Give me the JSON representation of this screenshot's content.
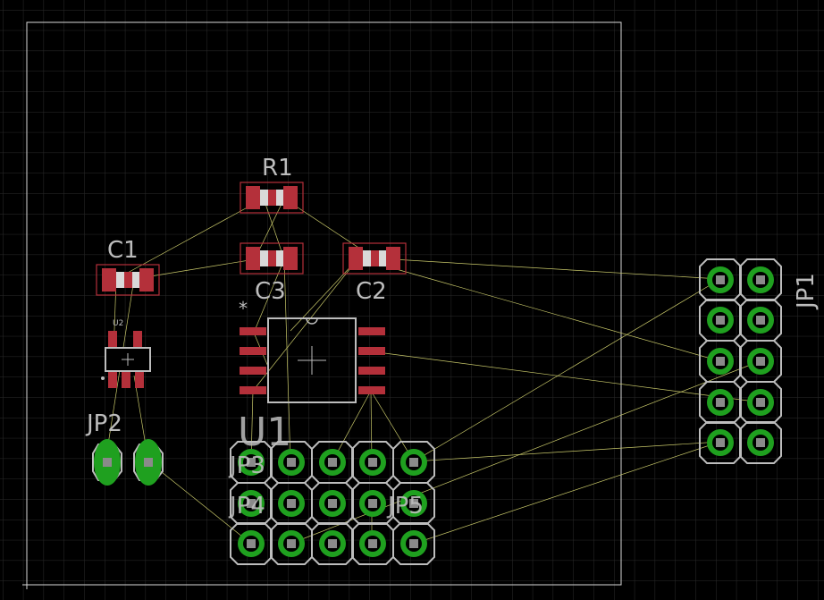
{
  "labels": {
    "r1": "R1",
    "c1": "C1",
    "c2": "C2",
    "c3": "C3",
    "u1": "U1",
    "u2": "U2",
    "jp1": "JP1",
    "jp2": "JP2",
    "jp3": "JP3",
    "jp4": "JP4",
    "jp5": "JP5",
    "pin1_marker": "*"
  },
  "colors": {
    "background": "#000000",
    "grid": "#2b2b2b",
    "board_outline": "#d8d8d8",
    "smd_pad": "#b4303a",
    "pad_copper": "#1fa01f",
    "pad_drill": "#8a8a8a",
    "silkscreen": "#bdbdbd",
    "airwire": "#c9c96a"
  }
}
